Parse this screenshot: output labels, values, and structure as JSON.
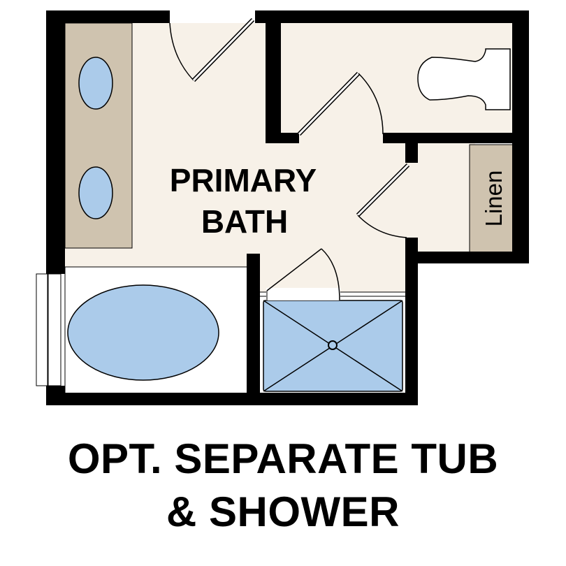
{
  "plan": {
    "room_label_line1": "PRIMARY",
    "room_label_line2": "BATH",
    "linen_label": "Linen",
    "colors": {
      "wall": "#000000",
      "floor": "#f7f1e8",
      "vanity": "#cfc3af",
      "fixture_blue": "#abcbea",
      "white": "#ffffff"
    },
    "fixtures": [
      "double-vanity",
      "sink-1",
      "sink-2",
      "toilet",
      "oval-tub",
      "shower",
      "linen-closet",
      "window"
    ]
  },
  "caption": {
    "line1": "OPT. SEPARATE TUB",
    "line2": "& SHOWER"
  }
}
